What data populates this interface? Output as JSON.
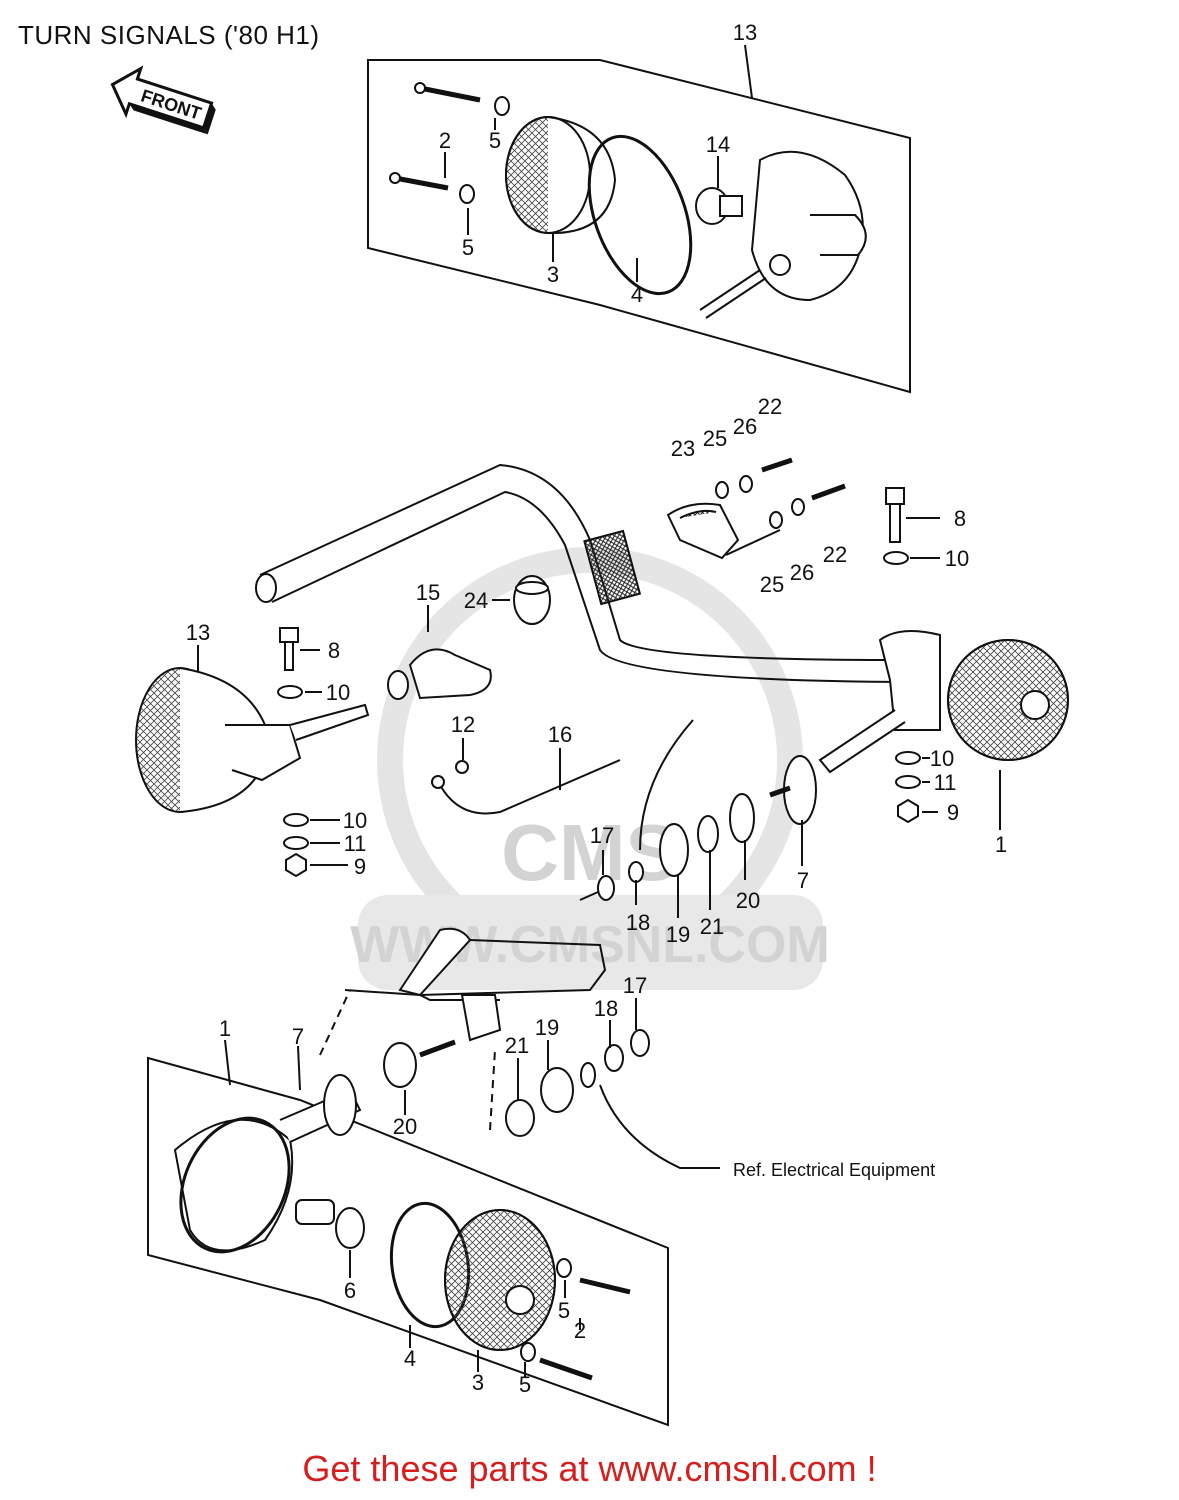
{
  "page": {
    "title": "TURN SIGNALS ('80 H1)",
    "footer": "Get these parts at www.cmsnl.com !"
  },
  "front_badge": "FRONT",
  "reference_note": "Ref.  Electrical Equipment",
  "watermark": {
    "text": "WWW.CMSNL.COM",
    "logo_text": "CMS"
  },
  "colors": {
    "footer_text": "#d51f1f",
    "line": "#111111",
    "watermark": "#cfcfcf"
  },
  "callouts": [
    {
      "id": "c13a",
      "label": "13"
    },
    {
      "id": "c2a",
      "label": "2"
    },
    {
      "id": "c5a",
      "label": "5"
    },
    {
      "id": "c14",
      "label": "14"
    },
    {
      "id": "c5b",
      "label": "5"
    },
    {
      "id": "c3a",
      "label": "3"
    },
    {
      "id": "c4a",
      "label": "4"
    },
    {
      "id": "c22a",
      "label": "22"
    },
    {
      "id": "c26a",
      "label": "26"
    },
    {
      "id": "c25a",
      "label": "25"
    },
    {
      "id": "c23",
      "label": "23"
    },
    {
      "id": "c8a",
      "label": "8"
    },
    {
      "id": "c10a",
      "label": "10"
    },
    {
      "id": "c22b",
      "label": "22"
    },
    {
      "id": "c26b",
      "label": "26"
    },
    {
      "id": "c25b",
      "label": "25"
    },
    {
      "id": "c15",
      "label": "15"
    },
    {
      "id": "c24",
      "label": "24"
    },
    {
      "id": "c13b",
      "label": "13"
    },
    {
      "id": "c8b",
      "label": "8"
    },
    {
      "id": "c10b",
      "label": "10"
    },
    {
      "id": "c12",
      "label": "12"
    },
    {
      "id": "c16",
      "label": "16"
    },
    {
      "id": "c10c",
      "label": "10"
    },
    {
      "id": "c11a",
      "label": "11"
    },
    {
      "id": "c9a",
      "label": "9"
    },
    {
      "id": "c10d",
      "label": "10"
    },
    {
      "id": "c11b",
      "label": "11"
    },
    {
      "id": "c9b",
      "label": "9"
    },
    {
      "id": "c1a",
      "label": "1"
    },
    {
      "id": "c7a",
      "label": "7"
    },
    {
      "id": "c17a",
      "label": "17"
    },
    {
      "id": "c18a",
      "label": "18"
    },
    {
      "id": "c19a",
      "label": "19"
    },
    {
      "id": "c21a",
      "label": "21"
    },
    {
      "id": "c20a",
      "label": "20"
    },
    {
      "id": "c17b",
      "label": "17"
    },
    {
      "id": "c18b",
      "label": "18"
    },
    {
      "id": "c19b",
      "label": "19"
    },
    {
      "id": "c21b",
      "label": "21"
    },
    {
      "id": "c1b",
      "label": "1"
    },
    {
      "id": "c7b",
      "label": "7"
    },
    {
      "id": "c20b",
      "label": "20"
    },
    {
      "id": "c6",
      "label": "6"
    },
    {
      "id": "c5c",
      "label": "5"
    },
    {
      "id": "c2b",
      "label": "2"
    },
    {
      "id": "c5d",
      "label": "5"
    },
    {
      "id": "c4b",
      "label": "4"
    },
    {
      "id": "c3b",
      "label": "3"
    }
  ]
}
